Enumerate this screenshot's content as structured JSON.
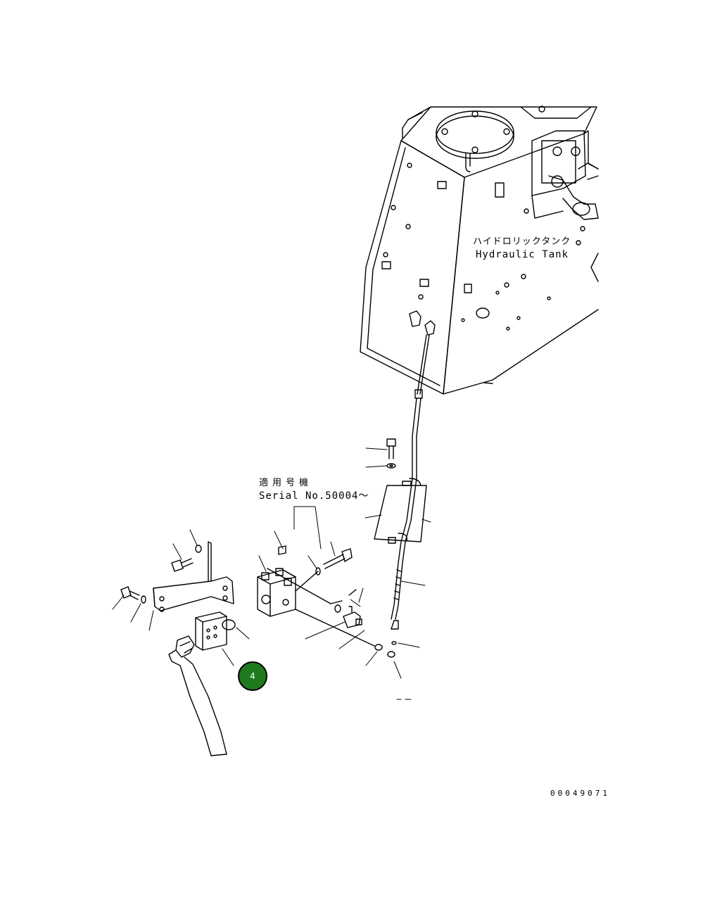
{
  "labels": {
    "tank_jp": "ハイドロリックタンク",
    "tank_en": "Hydraulic Tank",
    "serial_jp": "適用号機",
    "serial_en": "Serial No.50004～",
    "drawing_number": "00049071"
  },
  "callouts": [
    {
      "number": "4",
      "color": "#1f7a1f"
    }
  ]
}
